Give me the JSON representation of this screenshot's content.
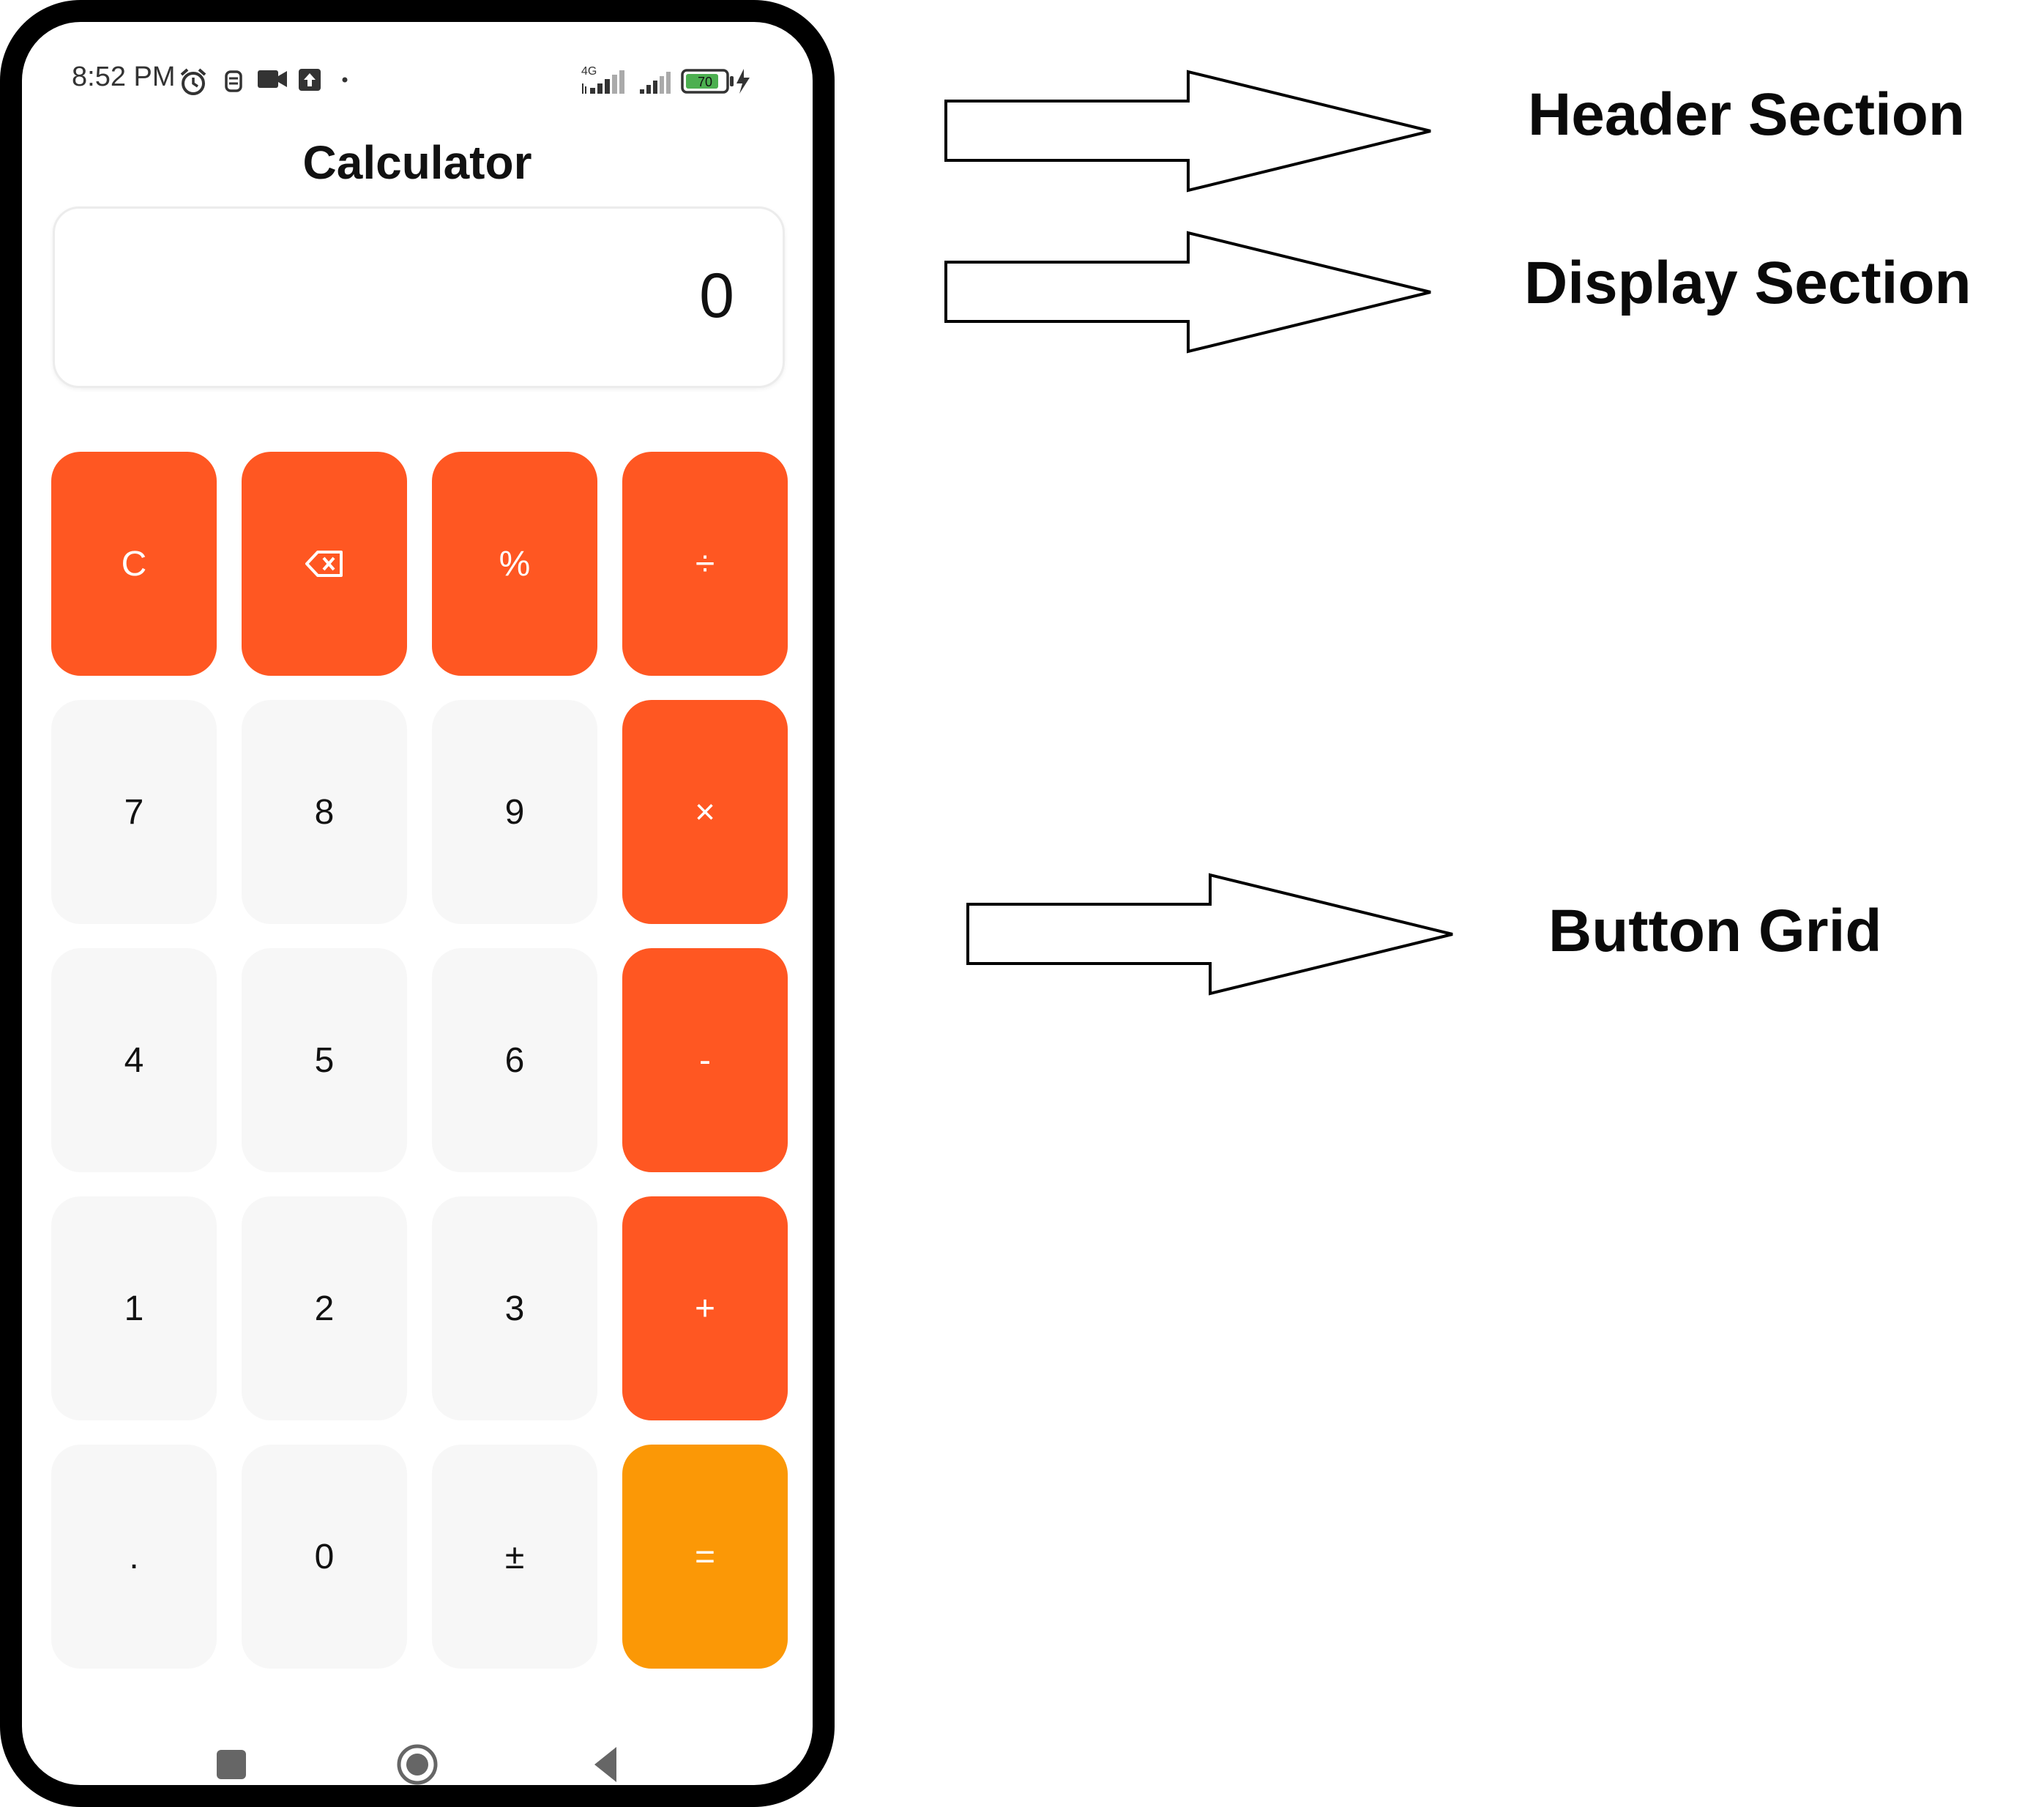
{
  "status_bar": {
    "time": "8:52 PM",
    "network": "4G",
    "battery": "70",
    "icons": [
      "alarm-icon",
      "notification-icon",
      "video-icon",
      "upload-icon",
      "dot-icon",
      "signal-icon",
      "signal-icon",
      "battery-icon",
      "charging-icon"
    ]
  },
  "header": {
    "title": "Calculator"
  },
  "display": {
    "value": "0"
  },
  "buttons": {
    "row1": [
      "C",
      "",
      "%",
      "÷"
    ],
    "row2": [
      "7",
      "8",
      "9",
      "×"
    ],
    "row3": [
      "4",
      "5",
      "6",
      "-"
    ],
    "row4": [
      "1",
      "2",
      "3",
      "+"
    ],
    "row5": [
      ".",
      "0",
      "±",
      "="
    ]
  },
  "colors": {
    "operator": "#ff5722",
    "equals": "#fb9806",
    "number": "#f7f7f7",
    "frame": "#000000"
  },
  "nav_bar": {
    "icons": [
      "recents-icon",
      "home-icon",
      "back-icon"
    ]
  },
  "annotations": {
    "header": "Header Section",
    "display": "Display Section",
    "grid": "Button Grid"
  }
}
